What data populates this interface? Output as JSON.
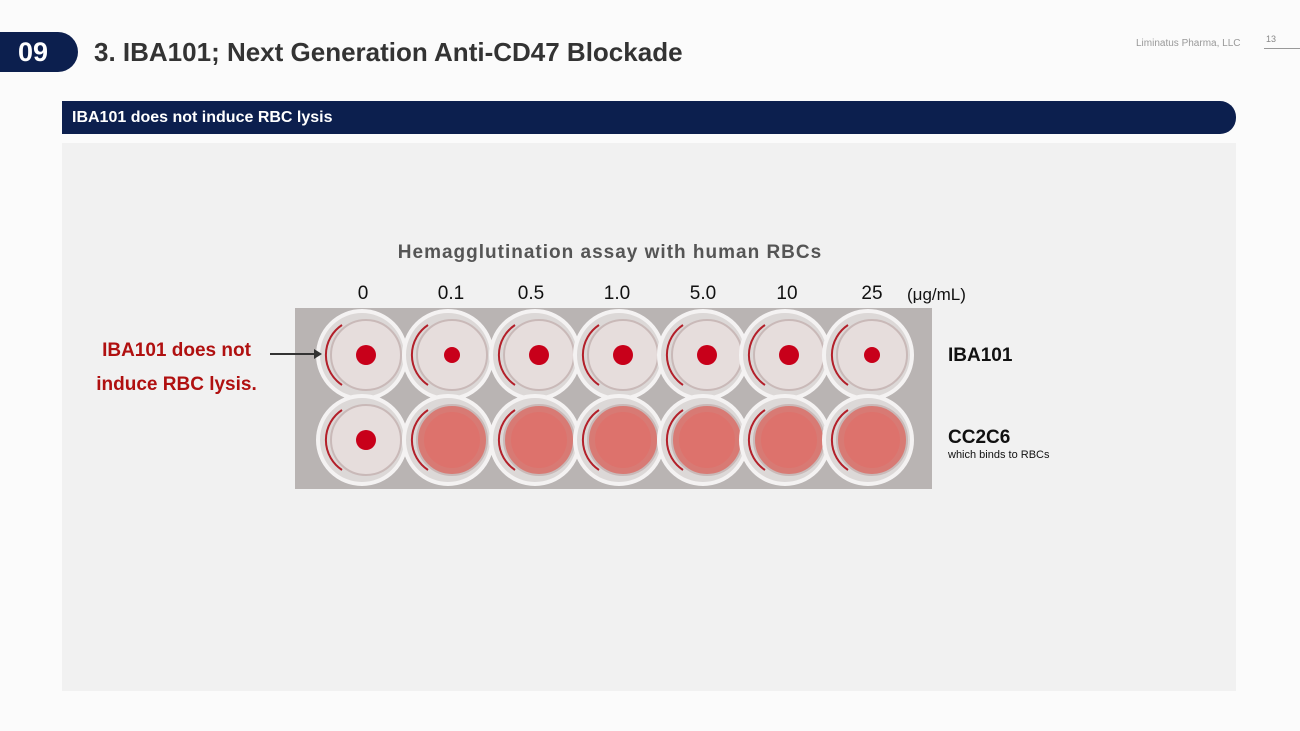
{
  "header": {
    "section_number": "09",
    "title": "3. IBA101; Next Generation Anti-CD47 Blockade",
    "company": "Liminatus Pharma, LLC",
    "page_number": "13"
  },
  "banner": {
    "text": "IBA101 does not induce RBC lysis"
  },
  "figure": {
    "title": "Hemagglutination assay with human RBCs",
    "concentrations": [
      "0",
      "0.1",
      "0.5",
      "1.0",
      "5.0",
      "10",
      "25"
    ],
    "unit": "(μg/mL)",
    "rows": [
      {
        "label": "IBA101",
        "sublabel": null,
        "agglutination": [
          false,
          false,
          false,
          false,
          false,
          false,
          false
        ]
      },
      {
        "label": "CC2C6",
        "sublabel": "which binds to RBCs",
        "agglutination": [
          false,
          true,
          true,
          true,
          true,
          true,
          true
        ]
      }
    ],
    "annotation": {
      "line1": "IBA101 does not",
      "line2": "induce RBC lysis."
    }
  },
  "colors": {
    "navy": "#0c1f4e",
    "annotation_red": "#b01010",
    "rbc_red": "#c8001a"
  }
}
